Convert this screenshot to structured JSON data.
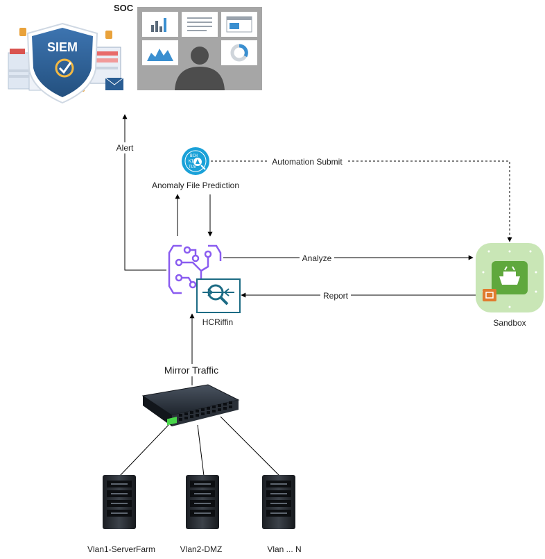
{
  "soc": {
    "title": "SOC",
    "siem_text": "SIEM"
  },
  "edges": {
    "alert": "Alert",
    "automation_submit": "Automation Submit",
    "analyze": "Analyze",
    "report": "Report",
    "mirror_traffic": "Mirror Traffic"
  },
  "nodes": {
    "anomaly": "Anomaly File Prediction",
    "hcriffin": "HCRiffin",
    "sandbox": "Sandbox",
    "servers": [
      "Vlan1-ServerFarm",
      "Vlan2-DMZ",
      "Vlan ... N"
    ]
  },
  "colors": {
    "siem_shield": "#2a5d93",
    "dashboard_bg": "#a6a6a6",
    "ml_purple": "#8a5cf0",
    "hcriffin_teal": "#1c6b84",
    "sandbox_green": "#5fa83d",
    "sandbox_bg": "#c9e6b6",
    "anomaly_blue": "#1aa1d8"
  }
}
